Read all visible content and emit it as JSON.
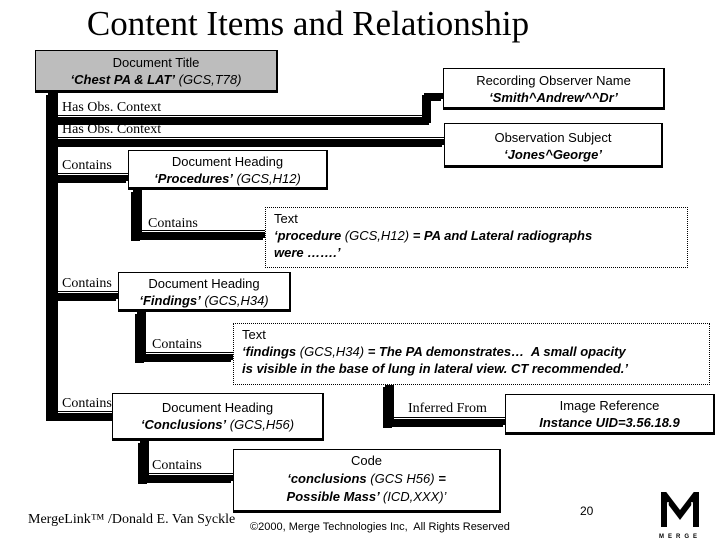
{
  "title": "Content Items and Relationship",
  "page_number": "20",
  "relationships": {
    "has_obs_context_1": "Has Obs. Context",
    "has_obs_context_2": "Has Obs. Context",
    "contains_1": "Contains",
    "contains_2": "Contains",
    "contains_3": "Contains",
    "contains_4": "Contains",
    "contains_5": "Contains",
    "inferred_from": "Inferred From"
  },
  "boxes": {
    "document_title": {
      "heading": "Document Title",
      "value_name": "‘Chest PA & LAT’",
      "value_code": " (GCS,T78)"
    },
    "recording_observer": {
      "heading": "Recording Observer Name",
      "value": "‘Smith^Andrew^^Dr’"
    },
    "observation_subject": {
      "heading": "Observation Subject",
      "value": "‘Jones^George’"
    },
    "heading_procedures": {
      "heading": "Document Heading",
      "value_name": "‘Procedures’",
      "value_code": " (GCS,H12)"
    },
    "text_procedure": {
      "heading": "Text",
      "line1_name": "‘procedure ",
      "line1_code": "(GCS,H12)",
      "line1_rest": " = PA and Lateral radiographs",
      "line2": "were …….’"
    },
    "heading_findings": {
      "heading": "Document Heading",
      "value_name": "‘Findings’",
      "value_code": " (GCS,H34)"
    },
    "text_findings": {
      "heading": "Text",
      "line1_name": "‘findings ",
      "line1_code": "(GCS,H34)",
      "line1_rest": " = The PA demonstrates…  A small opacity",
      "line2": "is visible in the base of lung in lateral view. CT recommended.’"
    },
    "heading_conclusions": {
      "heading": "Document Heading",
      "value_name": "‘Conclusions’",
      "value_code": " (GCS,H56)"
    },
    "image_reference": {
      "heading": "Image Reference",
      "value": "Instance UID=3.56.18.9"
    },
    "code_conclusions": {
      "heading": "Code",
      "line1_name": "‘conclusions ",
      "line1_code": "(GCS H56)",
      "line1_rest": " =",
      "line2_name": "Possible Mass’ ",
      "line2_code": "(ICD,XXX)’"
    }
  },
  "footer": {
    "left": "MergeLink™ /Donald E. Van Syckle",
    "center": "©2000, Merge Technologies Inc,  All Rights Reserved"
  },
  "logo": {
    "letters": "MERGE"
  },
  "colors": {
    "box_gray": "#bdbdbd",
    "line_black": "#000000"
  }
}
